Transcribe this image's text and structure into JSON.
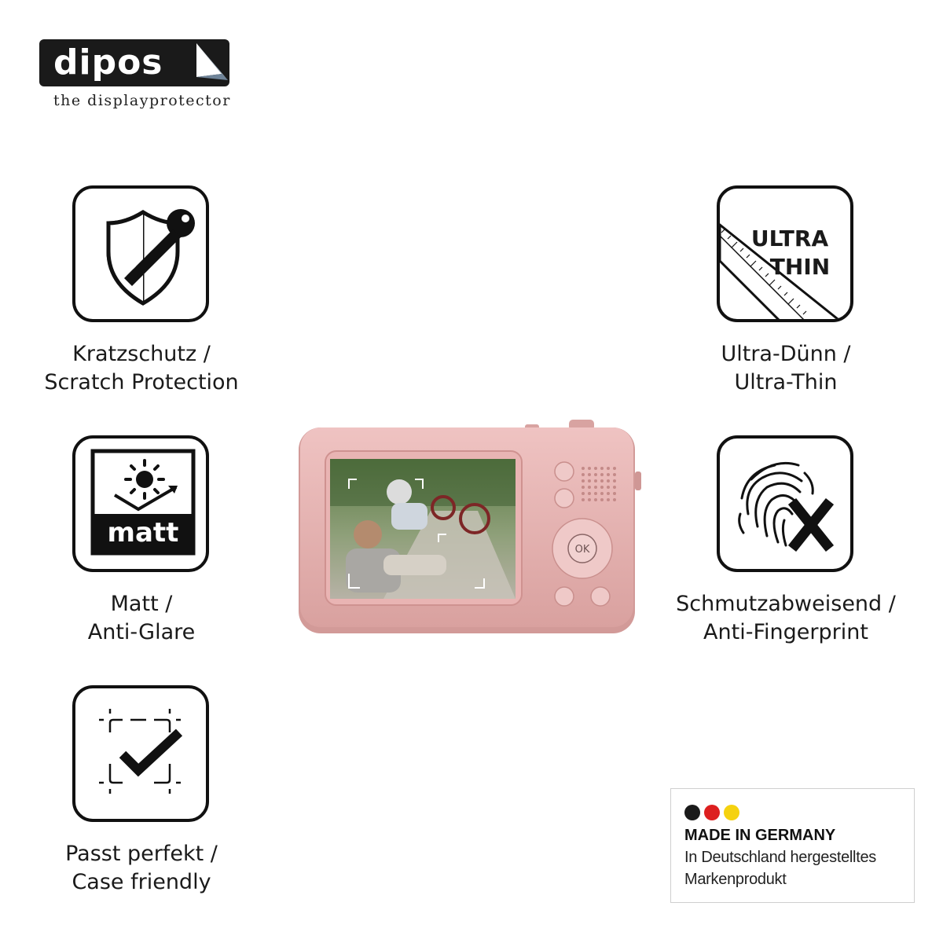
{
  "brand": {
    "name": "dipos",
    "tagline": "the displayprotector"
  },
  "features": {
    "scratch": {
      "line1": "Kratzschutz /",
      "line2": "Scratch Protection",
      "icon": "shield-key-icon"
    },
    "matt": {
      "line1": "Matt /",
      "line2": "Anti-Glare",
      "icon": "matt-sun-icon",
      "icon_label": "matt"
    },
    "case": {
      "line1": "Passt perfekt /",
      "line2": "Case friendly",
      "icon": "check-frame-icon"
    },
    "thin": {
      "line1": "Ultra-Dünn /",
      "line2": "Ultra-Thin",
      "icon": "ultra-thin-icon",
      "icon_line1": "ULTRA",
      "icon_line2": "THIN"
    },
    "fingerprint": {
      "line1": "Schmutzabweisend /",
      "line2": "Anti-Fingerprint",
      "icon": "fingerprint-x-icon",
      "icon_label": "X"
    }
  },
  "camera": {
    "button_ok": "OK",
    "color": "#e7b3b2"
  },
  "badge": {
    "title": "MADE IN GERMANY",
    "line1": "In Deutschland hergestelltes",
    "line2": "Markenprodukt",
    "flag_colors": [
      "#1a1a1a",
      "#dd1f1f",
      "#f5d20f"
    ]
  }
}
